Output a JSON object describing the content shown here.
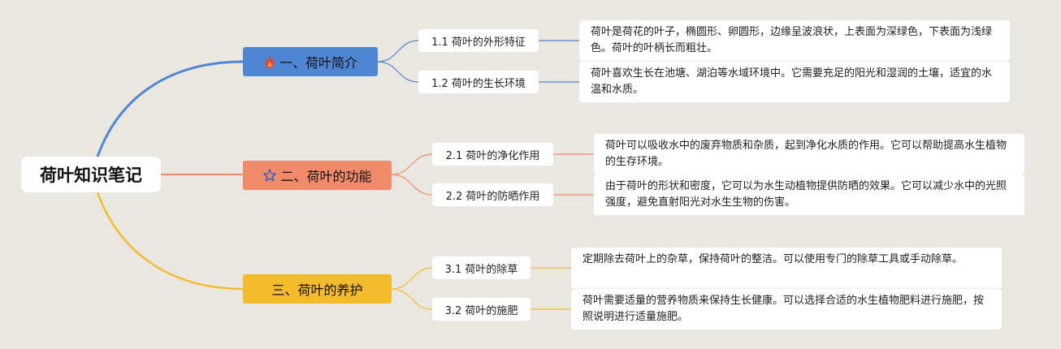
{
  "root": {
    "title": "荷叶知识笔记"
  },
  "branches": [
    {
      "label": "一、荷叶简介",
      "icon": "fire-icon",
      "color": "#4f86d4",
      "children": [
        {
          "label": "1.1 荷叶的外形特征",
          "detail": "荷叶是荷花的叶子，椭圆形、卵圆形，边缘呈波浪状，上表面为深绿色，下表面为浅绿色。荷叶的叶柄长而粗壮。"
        },
        {
          "label": "1.2 荷叶的生长环境",
          "detail": "荷叶喜欢生长在池塘、湖泊等水域环境中。它需要充足的阳光和湿润的土壤，适宜的水温和水质。"
        }
      ]
    },
    {
      "label": "二、荷叶的功能",
      "icon": "star-outline-icon",
      "color": "#f08a6a",
      "children": [
        {
          "label": "2.1 荷叶的净化作用",
          "detail": "荷叶可以吸收水中的废弃物质和杂质，起到净化水质的作用。它可以帮助提高水生植物的生存环境。"
        },
        {
          "label": "2.2 荷叶的防晒作用",
          "detail": "由于荷叶的形状和密度，它可以为水生动植物提供防晒的效果。它可以减少水中的光照强度，避免直射阳光对水生生物的伤害。"
        }
      ]
    },
    {
      "label": "三、荷叶的养护",
      "icon": "",
      "color": "#f4bb2c",
      "children": [
        {
          "label": "3.1 荷叶的除草",
          "detail": "定期除去荷叶上的杂草，保持荷叶的整洁。可以使用专门的除草工具或手动除草。"
        },
        {
          "label": "3.2 荷叶的施肥",
          "detail": "荷叶需要适量的营养物质来保持生长健康。可以选择合适的水生植物肥料进行施肥，按照说明进行适量施肥。"
        }
      ]
    }
  ]
}
